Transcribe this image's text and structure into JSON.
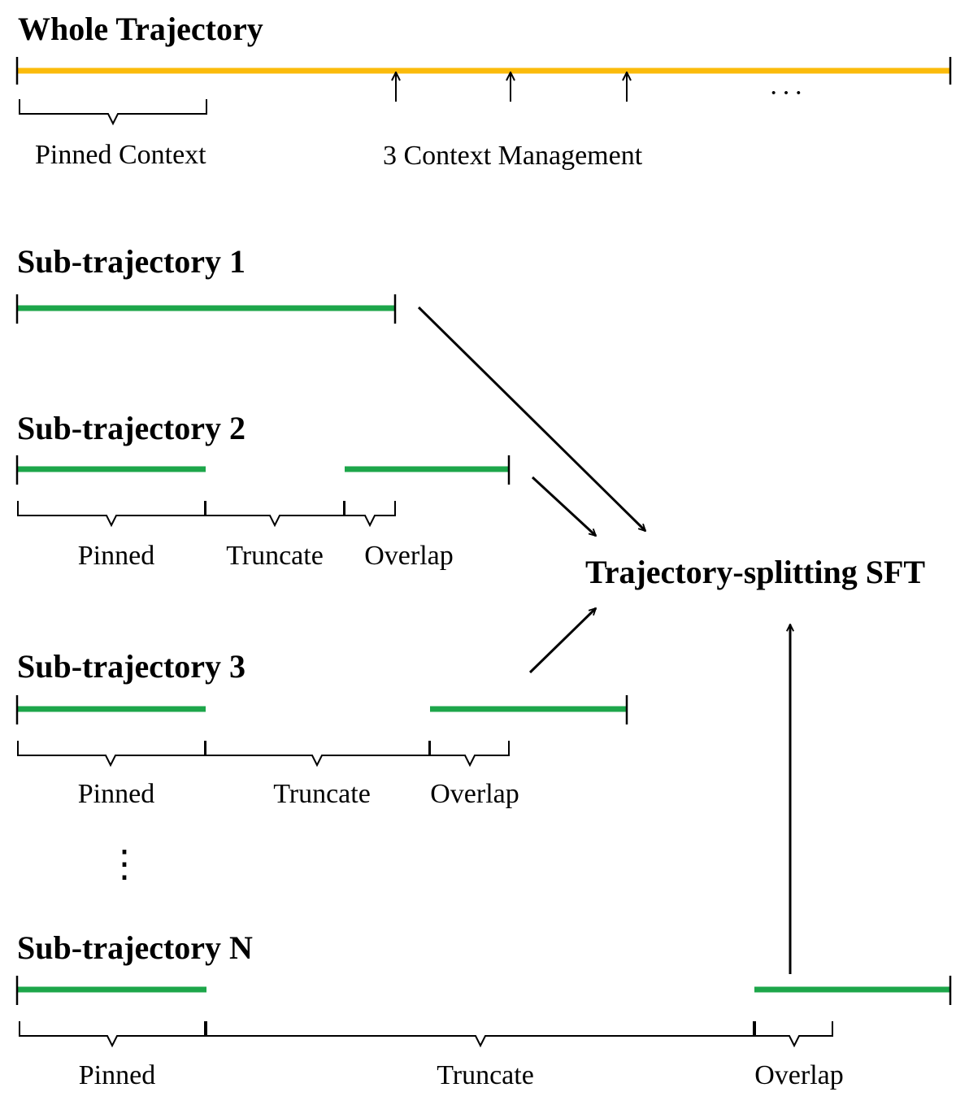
{
  "title": "Whole Trajectory",
  "whole": {
    "pinned_label": "Pinned Context",
    "cm_label": "3 Context Management",
    "ellipsis": "···"
  },
  "sub1": {
    "title": "Sub-trajectory 1"
  },
  "sub2": {
    "title": "Sub-trajectory 2",
    "pinned": "Pinned",
    "truncate": "Truncate",
    "overlap": "Overlap"
  },
  "sub3": {
    "title": "Sub-trajectory 3",
    "pinned": "Pinned",
    "truncate": "Truncate",
    "overlap": "Overlap"
  },
  "vdots": "⋮",
  "subN": {
    "title": "Sub-trajectory N",
    "pinned": "Pinned",
    "truncate": "Truncate",
    "overlap": "Overlap"
  },
  "target": "Trajectory-splitting SFT",
  "colors": {
    "whole_line": "#FBBB0B",
    "sub_line": "#1DA64A",
    "ink": "#000000"
  }
}
